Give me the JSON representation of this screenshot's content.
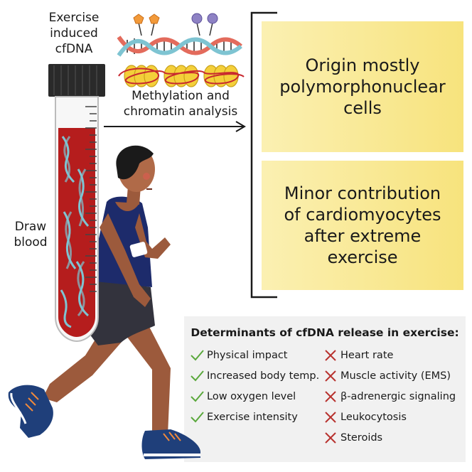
{
  "tube_label": [
    "Exercise",
    "induced",
    "cfDNA"
  ],
  "analysis_label": [
    "Methylation and",
    "chromatin analysis"
  ],
  "draw_label": [
    "Draw",
    "blood"
  ],
  "boxes": [
    {
      "lines": [
        "Origin mostly",
        "polymorphonuclear",
        "cells"
      ]
    },
    {
      "lines": [
        "Minor contribution",
        "of cardiomyocytes",
        "after extreme",
        "exercise"
      ]
    }
  ],
  "determinants": {
    "title": "Determinants of cfDNA release in exercise:",
    "positive": [
      "Physical impact",
      "Increased body temp.",
      "Low oxygen level",
      "Exercise intensity"
    ],
    "negative": [
      "Heart rate",
      "Muscle activity (EMS)",
      "β-adrenergic signaling",
      "Leukocytosis",
      "Steroids"
    ]
  },
  "colors": {
    "box_yellow": "#f7e37d",
    "check_green": "#5aa83c",
    "cross_red": "#b8322e",
    "blood_red": "#b51d1d",
    "dna_blue": "#7ec4d2"
  }
}
